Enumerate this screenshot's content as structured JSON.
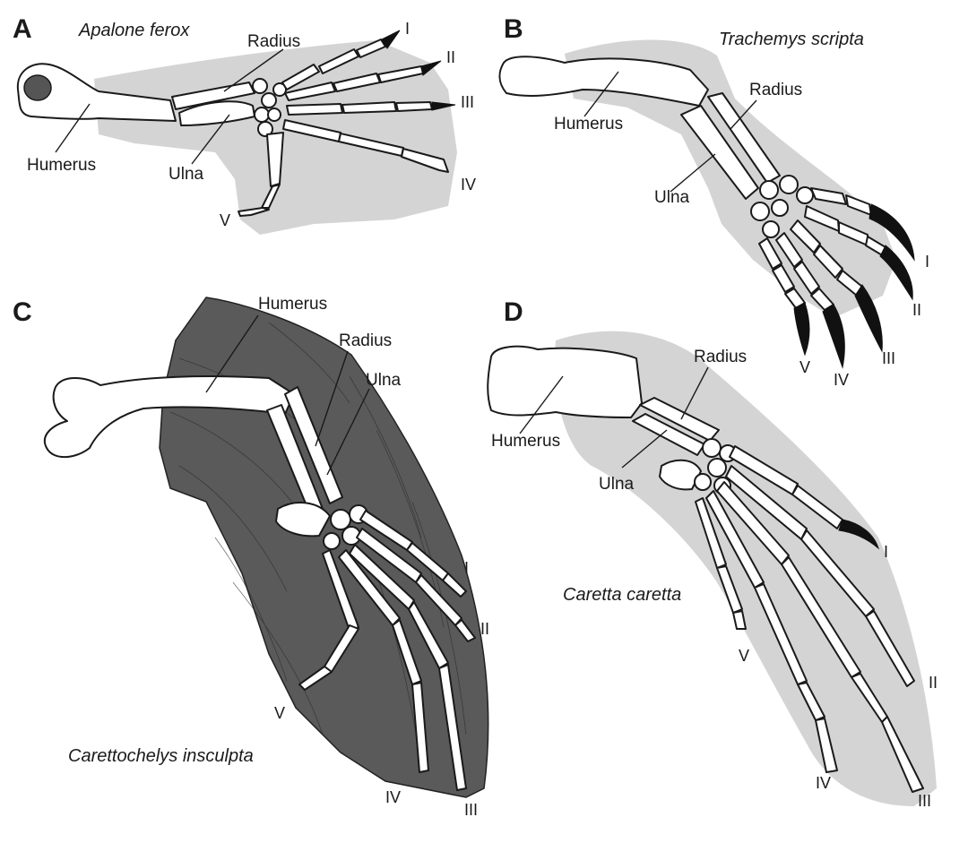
{
  "panels": {
    "A": {
      "letter": "A",
      "species": "Apalone ferox",
      "labels": {
        "radius": "Radius",
        "humerus": "Humerus",
        "ulna": "Ulna"
      },
      "digits": [
        "I",
        "II",
        "III",
        "IV",
        "V"
      ]
    },
    "B": {
      "letter": "B",
      "species": "Trachemys scripta",
      "labels": {
        "radius": "Radius",
        "humerus": "Humerus",
        "ulna": "Ulna"
      },
      "digits": [
        "I",
        "II",
        "III",
        "IV",
        "V"
      ]
    },
    "C": {
      "letter": "C",
      "species": "Carettochelys insculpta",
      "labels": {
        "humerus": "Humerus",
        "radius": "Radius",
        "ulna": "Ulna"
      },
      "digits": [
        "I",
        "II",
        "III",
        "IV",
        "V"
      ]
    },
    "D": {
      "letter": "D",
      "species": "Caretta caretta",
      "labels": {
        "radius": "Radius",
        "humerus": "Humerus",
        "ulna": "Ulna"
      },
      "digits": [
        "I",
        "II",
        "III",
        "IV",
        "V"
      ]
    }
  }
}
